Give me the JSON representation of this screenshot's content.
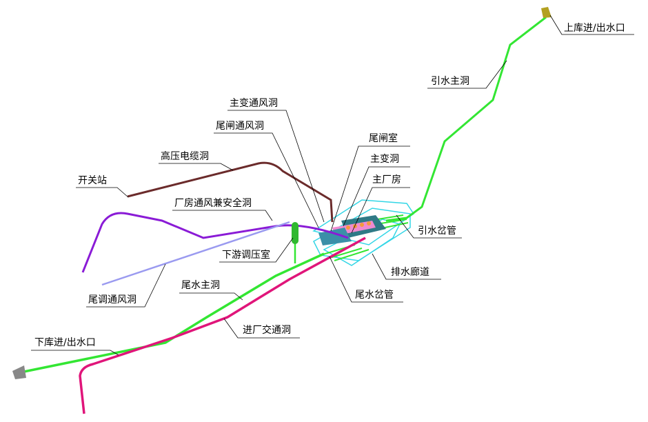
{
  "labels": {
    "upper_inlet": "上库进/出水口",
    "headrace": "引水主洞",
    "main_transformer_vent": "主变通风洞",
    "tailgate_vent": "尾闸通风洞",
    "tailgate_chamber": "尾闸室",
    "main_transformer_cavern": "主变洞",
    "powerhouse": "主厂房",
    "hv_cable_tunnel": "高压电缆洞",
    "switchyard": "开关站",
    "vent_safety_tunnel": "厂房通风兼安全洞",
    "penstock_branch": "引水岔管",
    "downstream_surge": "下游调压室",
    "drainage_gallery": "排水廊道",
    "tail_surge_vent": "尾调通风洞",
    "tailrace": "尾水主洞",
    "tailrace_branch": "尾水岔管",
    "access_tunnel": "进厂交通洞",
    "lower_inlet": "下库进/出水口"
  },
  "colors": {
    "water": "#33e633",
    "access": "#e0157a",
    "vent": "#8a1bd6",
    "cable": "#6b2b2b",
    "surge_vent": "#9a9af0",
    "gallery": "#33d6e6",
    "cavern": "#2f7a86"
  }
}
